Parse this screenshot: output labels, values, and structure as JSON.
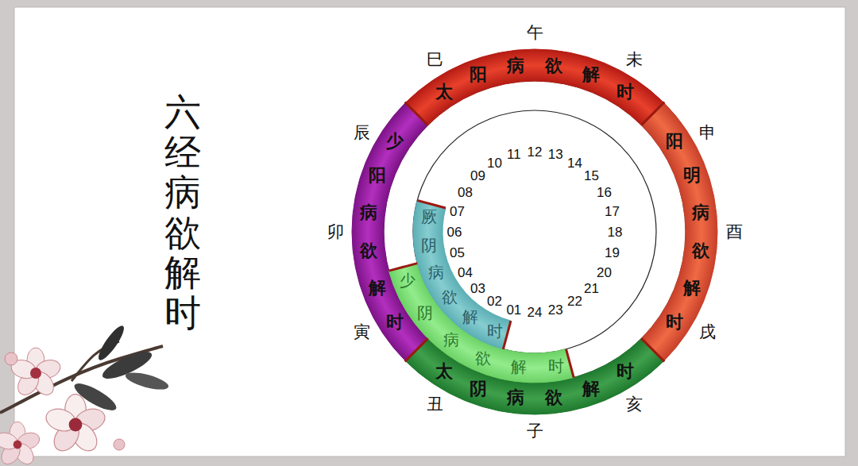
{
  "diagram": {
    "title": "六经病欲解时",
    "nodes": [
      {
        "text": [
          "太阳病欲解时"
        ]
      },
      {
        "text": [
          "阳明病欲解时"
        ]
      },
      {
        "text": [
          "太阴病欲解时"
        ]
      },
      {
        "text": [
          "少阳病欲解时"
        ]
      },
      {
        "text": [
          "少阴病欲解时"
        ]
      },
      {
        "text": [
          "厥阴病欲解时"
        ]
      }
    ],
    "labels": [
      "午",
      "未",
      "申",
      "酉",
      "戌",
      "亥",
      "子",
      "丑",
      "寅",
      "卯",
      "辰",
      "巳",
      "01",
      "02",
      "03",
      "04",
      "05",
      "06",
      "07",
      "08",
      "09",
      "10",
      "11",
      "12",
      "13",
      "14",
      "15",
      "16",
      "17",
      "18",
      "19",
      "20",
      "21",
      "22",
      "23",
      "24"
    ]
  }
}
